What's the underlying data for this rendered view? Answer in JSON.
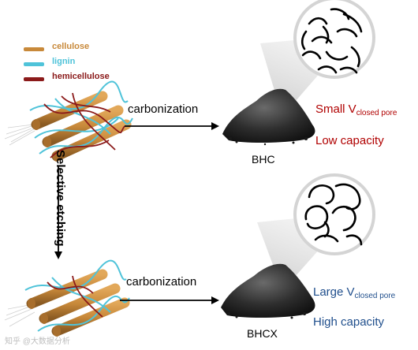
{
  "legend": {
    "cellulose": {
      "label": "cellulose",
      "color": "#c8893a"
    },
    "lignin": {
      "label": "lignin",
      "color": "#4fc3d9"
    },
    "hemicellulose": {
      "label": "hemicellulose",
      "color": "#8b1a1a"
    }
  },
  "top": {
    "step_label": "carbonization",
    "product": "BHC",
    "volume_prefix": "Small V",
    "volume_subscript": "closed pore",
    "capacity": "Low capacity",
    "accent": "#b00000"
  },
  "etch_label": "Selective etching",
  "bottom": {
    "step_label": "carbonization",
    "product": "BHCX",
    "volume_prefix": "Large V",
    "volume_subscript": "closed pore",
    "capacity": "High capacity",
    "accent": "#1f4e8c"
  },
  "watermark": "知乎 @大数据分析"
}
